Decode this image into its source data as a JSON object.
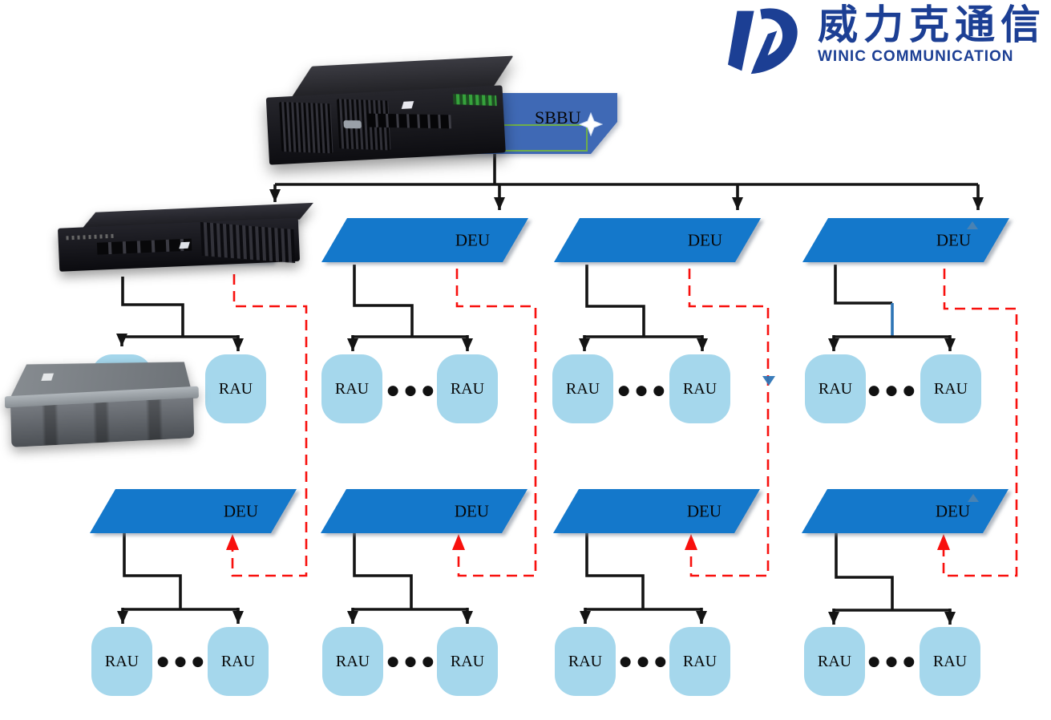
{
  "logo": {
    "mark_icon": "winic-vd-mark",
    "cn": "威力克通信",
    "en": "WINIC COMMUNICATION"
  },
  "nodes": {
    "sbbu_label": "SBBU",
    "deu_row1": [
      "DEU",
      "DEU",
      "DEU"
    ],
    "deu_row2": [
      "DEU",
      "DEU",
      "DEU",
      "DEU"
    ],
    "rau_row1": [
      "RAU",
      "RAU",
      "RAU",
      "RAU",
      "RAU",
      "RAU",
      "RAU"
    ],
    "rau_row2": [
      "RAU",
      "RAU",
      "RAU",
      "RAU",
      "RAU",
      "RAU",
      "RAU",
      "RAU"
    ],
    "ellipsis": "●●●"
  },
  "icons": {
    "move_icon": "move-cursor-star"
  },
  "colors": {
    "deu_fill": "#1478cb",
    "rau_fill": "#a5d7ec",
    "sbbu_fill": "#3f69b5",
    "cascade_red": "#f8100d",
    "selection_green": "#6fae4a",
    "logo_blue": "#1c3f94",
    "line_black": "#141414",
    "artifact_blue": "#2e75b6"
  }
}
